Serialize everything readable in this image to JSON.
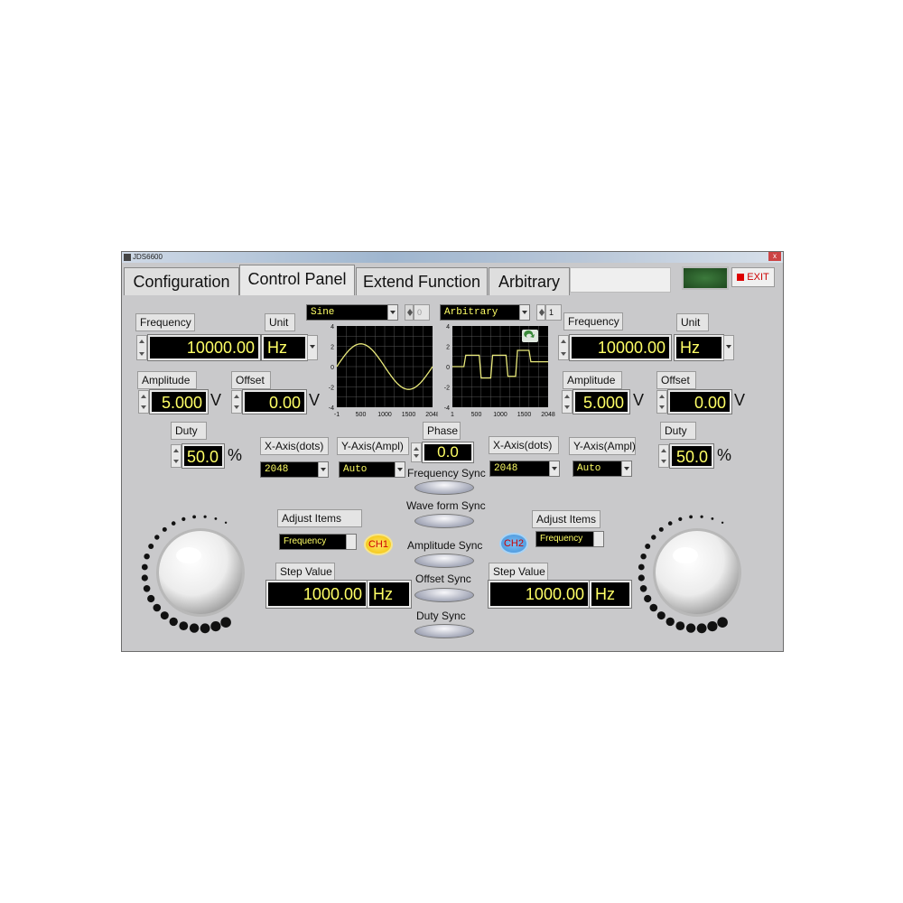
{
  "window": {
    "title": "JDS6600"
  },
  "tabs": [
    "Configuration",
    "Control Panel",
    "Extend Function",
    "Arbitrary"
  ],
  "exit_label": "EXIT",
  "ch1": {
    "frequency_label": "Frequency",
    "frequency": "10000.00",
    "unit_label": "Unit",
    "unit": "Hz",
    "amplitude_label": "Amplitude",
    "amplitude": "5.000",
    "amplitude_unit": "V",
    "offset_label": "Offset",
    "offset": "0.00",
    "offset_unit": "V",
    "duty_label": "Duty",
    "duty": "50.0",
    "duty_unit": "%",
    "waveform": "Sine",
    "waveform_index": "0",
    "x_axis_label": "X-Axis(dots)",
    "x_axis": "2048",
    "y_axis_label": "Y-Axis(Ampl)",
    "y_axis": "Auto",
    "adjust_items_label": "Adjust Items",
    "adjust_item": "Frequency",
    "step_value_label": "Step Value",
    "step_value": "1000.00",
    "step_unit": "Hz",
    "badge": "CH1"
  },
  "ch2": {
    "frequency_label": "Frequency",
    "frequency": "10000.00",
    "unit_label": "Unit",
    "unit": "Hz",
    "amplitude_label": "Amplitude",
    "amplitude": "5.000",
    "amplitude_unit": "V",
    "offset_label": "Offset",
    "offset": "0.00",
    "offset_unit": "V",
    "duty_label": "Duty",
    "duty": "50.0",
    "duty_unit": "%",
    "waveform": "Arbitrary",
    "waveform_index": "1",
    "x_axis_label": "X-Axis(dots)",
    "x_axis": "2048",
    "y_axis_label": "Y-Axis(Ampl)",
    "y_axis": "Auto",
    "adjust_items_label": "Adjust Items",
    "adjust_item": "Frequency",
    "step_value_label": "Step Value",
    "step_value": "1000.00",
    "step_unit": "Hz",
    "badge": "CH2"
  },
  "phase_label": "Phase",
  "phase": "0.0",
  "sync": {
    "frequency": "Frequency Sync",
    "waveform": "Wave form Sync",
    "amplitude": "Amplitude Sync",
    "offset": "Offset Sync",
    "duty": "Duty  Sync"
  },
  "graph_axes": {
    "x_ticks": [
      "-1",
      "500",
      "1000",
      "1500",
      "2048"
    ],
    "x_ticks_arb": [
      "1",
      "500",
      "1000",
      "1500",
      "2048"
    ],
    "y_ticks": [
      "4",
      "2",
      "0",
      "-2",
      "-4"
    ]
  },
  "colors": {
    "trace": "#e8e87a",
    "display_text": "#ffff66",
    "panel": "#c9c9cb"
  }
}
